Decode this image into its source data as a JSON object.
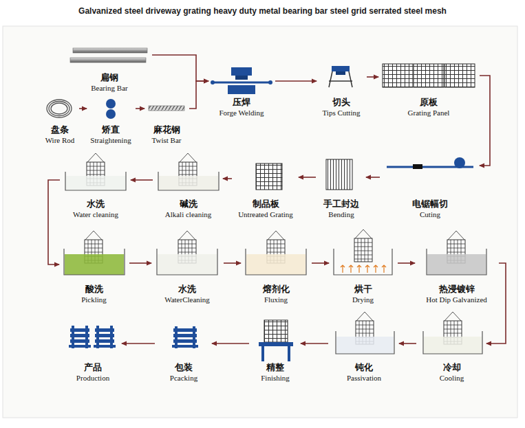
{
  "diagram": {
    "title": "Galvanized steel driveway grating heavy duty metal bearing bar steel grid serrated steel mesh",
    "nodes": [
      {
        "text": [
          "扁钢",
          "Bearing Bar"
        ]
      },
      {
        "text": [
          "盘条",
          "Wire Rod"
        ]
      },
      {
        "text": [
          "矫直",
          "Straightening"
        ]
      },
      {
        "text": [
          "麻花钢",
          "Twist Bar"
        ]
      },
      {
        "text": [
          "压焊",
          "Forge Welding"
        ]
      },
      {
        "text": [
          "切头",
          "Tips Cutting"
        ]
      },
      {
        "text": [
          "原板",
          "Grating Panel"
        ]
      },
      {
        "text": [
          "电锯幅切",
          "Cuting"
        ]
      },
      {
        "text": [
          "手工封边",
          "Bending"
        ]
      },
      {
        "text": [
          "制品板",
          "Untreated Grating"
        ]
      },
      {
        "text": [
          "碱洗",
          "Alkali cleaning"
        ]
      },
      {
        "text": [
          "水洗",
          "Water cleaning"
        ]
      },
      {
        "text": [
          "酸洗",
          "Pickling"
        ]
      },
      {
        "text": [
          "水洗",
          "WaterCleaning"
        ]
      },
      {
        "text": [
          "熔剂化",
          "Fluxing"
        ]
      },
      {
        "text": [
          "烘干",
          "Drying"
        ]
      },
      {
        "text": [
          "热浸镀锌",
          "Hot Dip Galvanized"
        ]
      },
      {
        "text": [
          "冷却",
          "Cooling"
        ]
      },
      {
        "text": [
          "钝化",
          "Passivation"
        ]
      },
      {
        "text": [
          "精整",
          "Finishing"
        ]
      },
      {
        "text": [
          "包装",
          "Pcacking"
        ]
      },
      {
        "text": [
          "产品",
          "Production"
        ]
      }
    ],
    "edges": [
      {
        "from": 1,
        "to": 2,
        "arrow": "to"
      },
      {
        "from": 2,
        "to": 3,
        "arrow": "to"
      },
      {
        "from": 0,
        "to": 4,
        "arrow": "to"
      },
      {
        "from": 3,
        "to": 4,
        "arrow": "to"
      },
      {
        "from": 4,
        "to": 5,
        "arrow": "to"
      },
      {
        "from": 5,
        "to": 6,
        "arrow": "to"
      },
      {
        "from": 6,
        "to": 7,
        "arrow": "to"
      },
      {
        "from": 7,
        "to": 8,
        "arrow": "to"
      },
      {
        "from": 8,
        "to": 9,
        "arrow": "to"
      },
      {
        "from": 9,
        "to": 10,
        "arrow": "to"
      },
      {
        "from": 10,
        "to": 11,
        "arrow": "to"
      },
      {
        "from": 11,
        "to": 12,
        "arrow": "to"
      },
      {
        "from": 12,
        "to": 13,
        "arrow": "to"
      },
      {
        "from": 13,
        "to": 14,
        "arrow": "to"
      },
      {
        "from": 14,
        "to": 15,
        "arrow": "to"
      },
      {
        "from": 15,
        "to": 16,
        "arrow": "to"
      },
      {
        "from": 16,
        "to": 17,
        "arrow": "to"
      },
      {
        "from": 17,
        "to": 18,
        "arrow": "to"
      },
      {
        "from": 18,
        "to": 19,
        "arrow": "to"
      },
      {
        "from": 19,
        "to": 20,
        "arrow": "to"
      },
      {
        "from": 20,
        "to": 21,
        "arrow": "to"
      }
    ]
  }
}
